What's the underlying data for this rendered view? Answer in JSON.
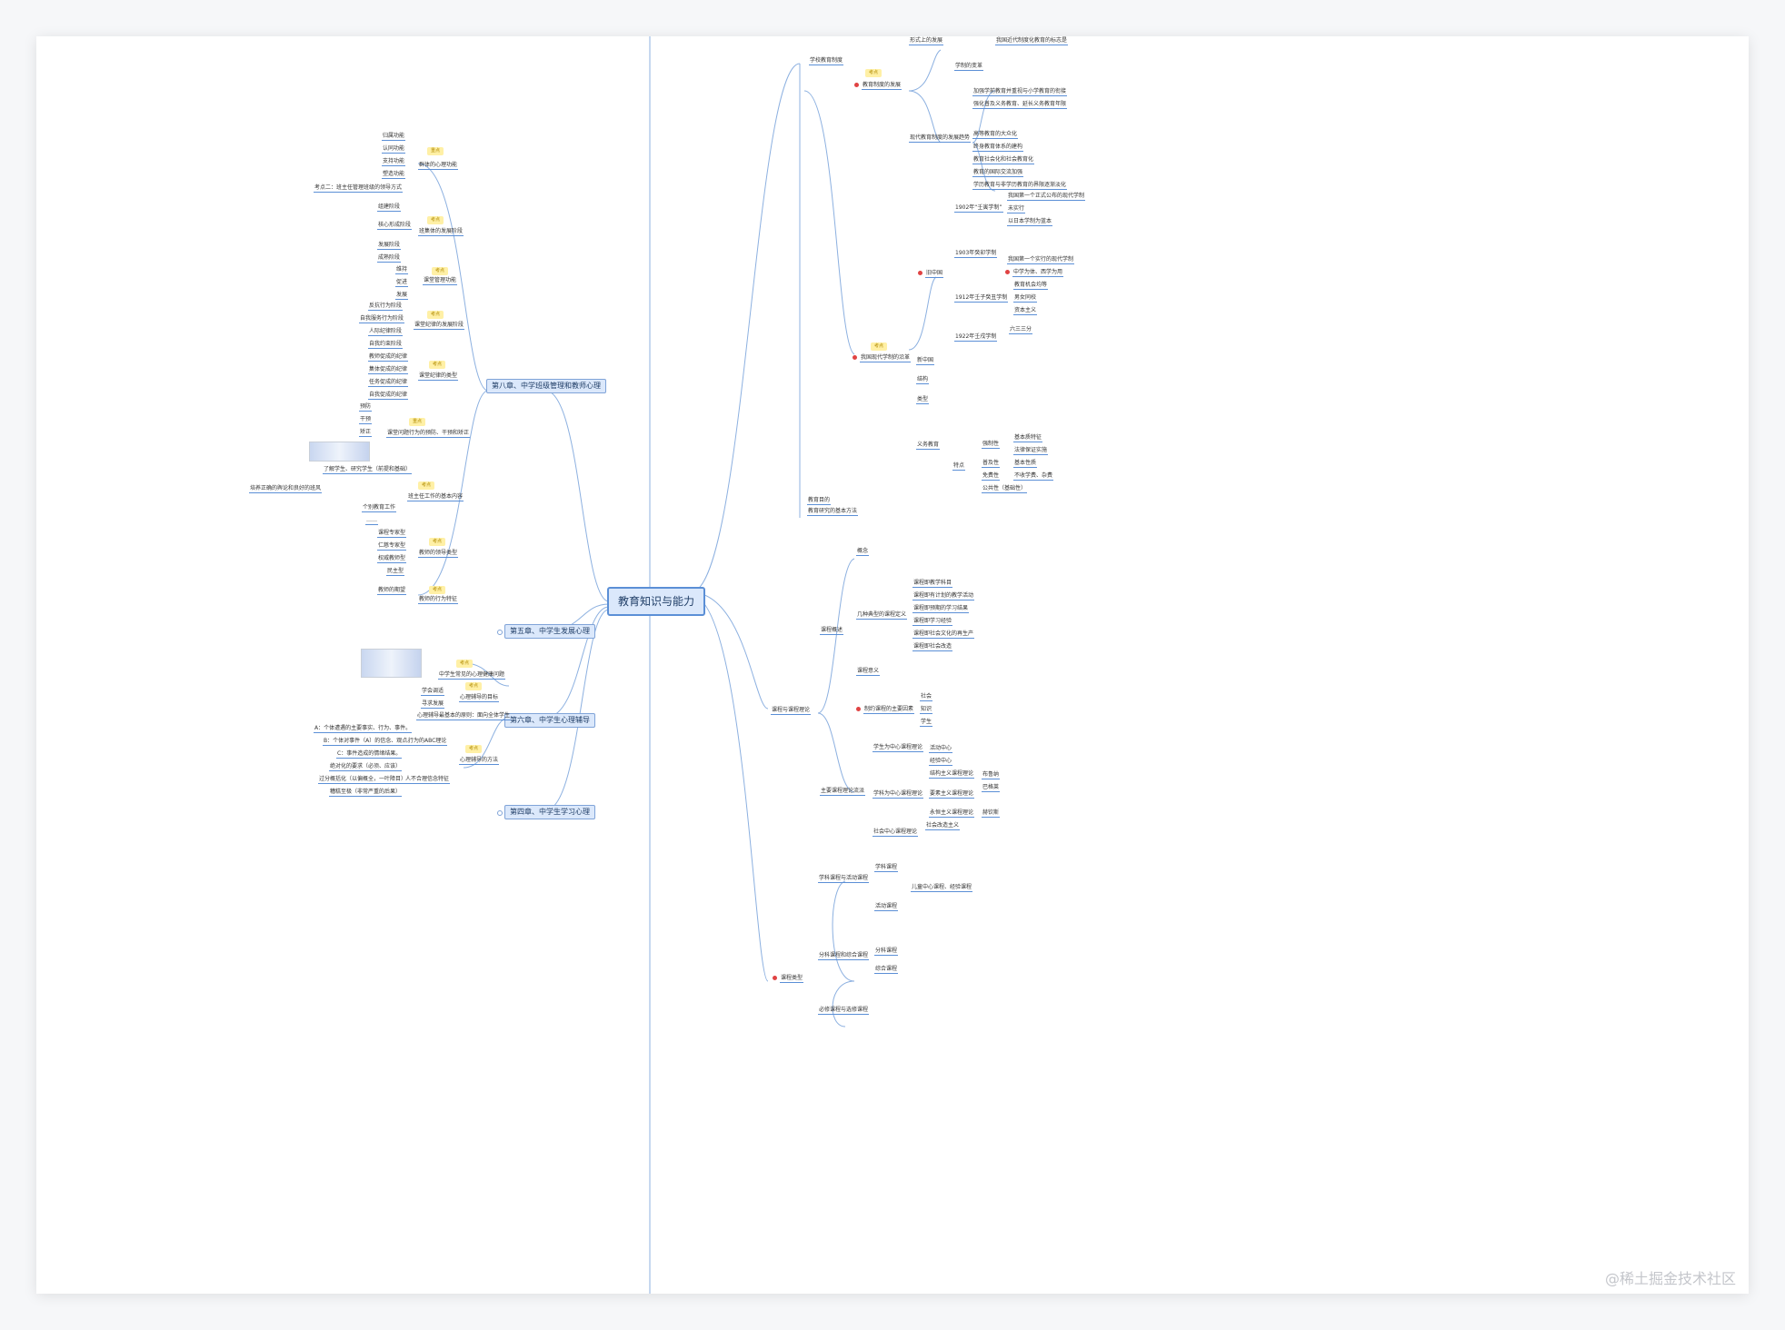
{
  "watermark": "@稀土掘金技术社区",
  "root": {
    "label": "教育知识与能力"
  },
  "left_chapters": [
    {
      "label": "第八章、中学班级管理和教师心理"
    },
    {
      "label": "第五章、中学生发展心理"
    },
    {
      "label": "第六章、中学生心理辅导"
    },
    {
      "label": "第四章、中学生学习心理"
    }
  ],
  "left_nodes": [
    {
      "label": "归属功能"
    },
    {
      "label": "认同功能"
    },
    {
      "label": "支持功能"
    },
    {
      "label": "塑造功能"
    },
    {
      "label": "群体的心理功能"
    },
    {
      "label": "考点二：班主任管理班级的领导方式"
    },
    {
      "label": "组建阶段"
    },
    {
      "label": "核心形成阶段"
    },
    {
      "label": "发展阶段"
    },
    {
      "label": "成熟阶段"
    },
    {
      "label": "班集体的发展阶段"
    },
    {
      "label": "课堂管理功能"
    },
    {
      "label": "维持"
    },
    {
      "label": "促进"
    },
    {
      "label": "发展"
    },
    {
      "label": "反抗行为阶段"
    },
    {
      "label": "自我服务行为阶段"
    },
    {
      "label": "人际纪律阶段"
    },
    {
      "label": "自我约束阶段"
    },
    {
      "label": "课堂纪律的发展阶段"
    },
    {
      "label": "教师促成的纪律"
    },
    {
      "label": "集体促成的纪律"
    },
    {
      "label": "任务促成的纪律"
    },
    {
      "label": "自我促成的纪律"
    },
    {
      "label": "课堂纪律的类型"
    },
    {
      "label": "预防"
    },
    {
      "label": "干预"
    },
    {
      "label": "矫正"
    },
    {
      "label": "课堂问题行为的预防、干预和矫正"
    },
    {
      "label": "了解学生、研究学生（前提和基础）"
    },
    {
      "label": "培养正确的舆论和良好的班风"
    },
    {
      "label": "班主任工作的基本内容"
    },
    {
      "label": "个别教育工作"
    },
    {
      "label": "……"
    },
    {
      "label": "课程专家型"
    },
    {
      "label": "仁慈专家型"
    },
    {
      "label": "权威教师型"
    },
    {
      "label": "民主型"
    },
    {
      "label": "教师的领导类型"
    },
    {
      "label": "教师的期望"
    },
    {
      "label": "教师的行为特征"
    },
    {
      "label": "中学生常见的心理健康问题"
    },
    {
      "label": "学会调适"
    },
    {
      "label": "寻求发展"
    },
    {
      "label": "心理辅导的目标"
    },
    {
      "label": "心理辅导最基本的原则：面向全体学生"
    },
    {
      "label": "A：个体遭遇的主要事实、行为、事件。"
    },
    {
      "label": "B：个体对事件（A）的信念、观点。"
    },
    {
      "label": "C：事件造成的情绪结果。"
    },
    {
      "label": "行为的ABC理论"
    },
    {
      "label": "绝对化的要求（必须、应该）"
    },
    {
      "label": "过分概括化（以偏概全，一叶障目）"
    },
    {
      "label": "糟糕至极（非常严重的后果）"
    },
    {
      "label": "人不合理信念特征"
    },
    {
      "label": "心理辅导的方法"
    }
  ],
  "right_nodes": [
    {
      "label": "学校教育制度"
    },
    {
      "label": "形式上的发展"
    },
    {
      "label": "我国近代制度化教育的标志是"
    },
    {
      "label": "学制的变革"
    },
    {
      "label": "教育制度的发展"
    },
    {
      "label": "现代教育制度的发展趋势"
    },
    {
      "label": "加强学前教育并重视与小学教育的衔接"
    },
    {
      "label": "强化普及义务教育、延长义务教育年限"
    },
    {
      "label": "高等教育的大众化"
    },
    {
      "label": "终身教育体系的建构"
    },
    {
      "label": "教育社会化和社会教育化"
    },
    {
      "label": "教育的国际交流加强"
    },
    {
      "label": "学历教育与非学历教育的界限逐渐淡化"
    },
    {
      "label": "我国现代学制的沿革"
    },
    {
      "label": "旧中国"
    },
    {
      "label": "1902年“壬寅学制”"
    },
    {
      "label": "1903年癸卯学制"
    },
    {
      "label": "1912年壬子癸丑学制"
    },
    {
      "label": "1922年壬戌学制"
    },
    {
      "label": "我国第一个正式公布的现代学制"
    },
    {
      "label": "未实行"
    },
    {
      "label": "以日本学制为蓝本"
    },
    {
      "label": "我国第一个实行的现代学制"
    },
    {
      "label": "中学为体、西学为用"
    },
    {
      "label": "教育机会均等"
    },
    {
      "label": "男女同校"
    },
    {
      "label": "资本主义"
    },
    {
      "label": "六三三分"
    },
    {
      "label": "新中国"
    },
    {
      "label": "结构"
    },
    {
      "label": "类型"
    },
    {
      "label": "义务教育"
    },
    {
      "label": "特点"
    },
    {
      "label": "强制性"
    },
    {
      "label": "普及性"
    },
    {
      "label": "免费性"
    },
    {
      "label": "公共性（基础性）"
    },
    {
      "label": "基本质特征"
    },
    {
      "label": "法律保证实施"
    },
    {
      "label": "基本性质"
    },
    {
      "label": "不收学费、杂费"
    },
    {
      "label": "教育目的"
    },
    {
      "label": "教育研究的基本方法"
    },
    {
      "label": "课程与课程理论"
    },
    {
      "label": "课程概述"
    },
    {
      "label": "概念"
    },
    {
      "label": "几种典型的课程定义"
    },
    {
      "label": "课程即教学科目"
    },
    {
      "label": "课程即有计划的教学活动"
    },
    {
      "label": "课程即预期的学习结果"
    },
    {
      "label": "课程即学习经验"
    },
    {
      "label": "课程即社会文化的再生产"
    },
    {
      "label": "课程即社会改造"
    },
    {
      "label": "课程意义"
    },
    {
      "label": "制约课程的主要因素"
    },
    {
      "label": "社会"
    },
    {
      "label": "知识"
    },
    {
      "label": "学生"
    },
    {
      "label": "主要课程理论流派"
    },
    {
      "label": "学生为中心课程理论"
    },
    {
      "label": "学科为中心课程理论"
    },
    {
      "label": "社会中心课程理论"
    },
    {
      "label": "活动中心"
    },
    {
      "label": "经验中心"
    },
    {
      "label": "结构主义课程理论"
    },
    {
      "label": "要素主义课程理论"
    },
    {
      "label": "永恒主义课程理论"
    },
    {
      "label": "布鲁纳"
    },
    {
      "label": "巴格莱"
    },
    {
      "label": "赫钦斯"
    },
    {
      "label": "社会改造主义"
    },
    {
      "label": "课程类型"
    },
    {
      "label": "学科课程与活动课程"
    },
    {
      "label": "学科课程"
    },
    {
      "label": "活动课程"
    },
    {
      "label": "儿童中心课程、经验课程"
    },
    {
      "label": "分科课程和综合课程"
    },
    {
      "label": "分科课程"
    },
    {
      "label": "综合课程"
    },
    {
      "label": "必修课程与选修课程"
    }
  ]
}
